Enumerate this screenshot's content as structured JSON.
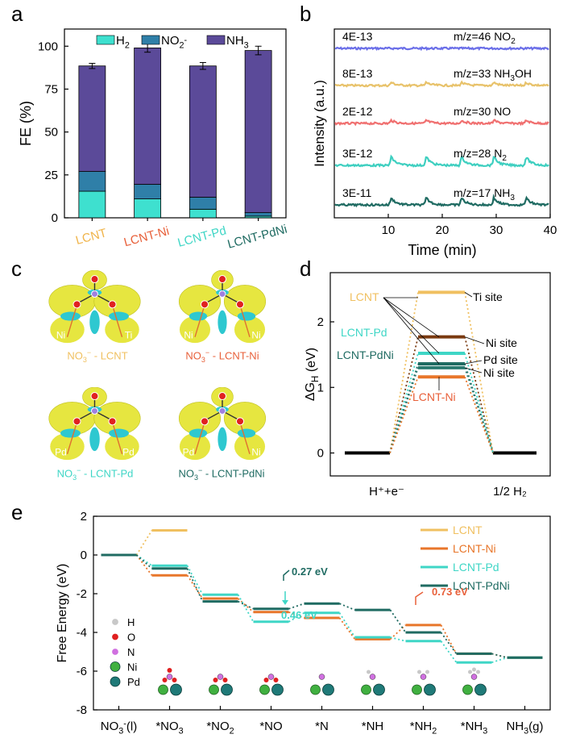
{
  "panels": {
    "a": "a",
    "b": "b",
    "c": "c",
    "d": "d",
    "e": "e"
  },
  "chart_data": [
    {
      "id": "a",
      "type": "bar",
      "stacked": true,
      "categories": [
        "LCNT",
        "LCNT-Ni",
        "LCNT-Pd",
        "LCNT-PdNi"
      ],
      "category_colors": [
        "#f0b44a",
        "#e8603a",
        "#3fd6c6",
        "#1f6b62"
      ],
      "series": [
        {
          "name": "H2",
          "label_main": "H",
          "label_sub": "2",
          "color": "#3ee0cf",
          "values": [
            15.5,
            11.0,
            5.0,
            1.0
          ]
        },
        {
          "name": "NO2-",
          "label_main": "NO",
          "label_sub": "2",
          "label_sup": "-",
          "color": "#2f7fa8",
          "values": [
            11.5,
            8.5,
            7.0,
            2.0
          ]
        },
        {
          "name": "NH3",
          "label_main": "NH",
          "label_sub": "3",
          "color": "#5b4a99",
          "values": [
            61.5,
            79.5,
            76.5,
            94.5
          ]
        }
      ],
      "totals": [
        88.5,
        99.0,
        88.5,
        97.5
      ],
      "errors": [
        1.5,
        2.5,
        2.0,
        2.5
      ],
      "ylabel": "FE (%)",
      "yticks": [
        0,
        25,
        50,
        75,
        100
      ],
      "ylim": [
        0,
        110
      ]
    },
    {
      "id": "b",
      "type": "line",
      "xlabel": "Time (min)",
      "ylabel": "Intensity (a.u.)",
      "xticks": [
        10,
        20,
        30,
        40
      ],
      "xlim": [
        0,
        40
      ],
      "peak_times": [
        10.5,
        17,
        23.5,
        29.5,
        35.5
      ],
      "series": [
        {
          "scale": "4E-13",
          "label": "m/z=46 NO",
          "label_sub": "2",
          "color": "#6a6ee8",
          "peak_height": 0
        },
        {
          "scale": "8E-13",
          "label": "m/z=33 NH",
          "label_sub": "",
          "label_tail": "OH",
          "label_sub_mid": "3",
          "color": "#e8c26a",
          "peak_height": 4
        },
        {
          "scale": "2E-12",
          "label": "m/z=30 NO",
          "label_sub": "",
          "color": "#f07070",
          "peak_height": 4
        },
        {
          "scale": "3E-12",
          "label": "m/z=28 N",
          "label_sub": "2",
          "color": "#3ecfc0",
          "peak_height": 11
        },
        {
          "scale": "3E-11",
          "label": "m/z=17 NH",
          "label_sub": "3",
          "color": "#1f6b62",
          "peak_height": 9
        }
      ]
    },
    {
      "id": "d",
      "type": "line",
      "ylabel": "ΔG",
      "ylabel_sub": "H",
      "ylabel_unit": " (eV)",
      "yticks": [
        0,
        1,
        2
      ],
      "ylim": [
        -0.35,
        2.75
      ],
      "xtick_labels": [
        "H⁺+e⁻",
        "1/2 H₂"
      ],
      "series": [
        {
          "name": "LCNT",
          "site": "Ti site",
          "value": 2.45,
          "color": "#f0c060"
        },
        {
          "name": "LCNT-Ni",
          "site": "Ni site",
          "value": 1.77,
          "color": "#7a3a10"
        },
        {
          "name": "LCNT-Pd",
          "site": "Pd site",
          "value": 1.52,
          "color": "#3fd6c6"
        },
        {
          "name": "LCNT-PdNi",
          "site": "Ni site",
          "value": 1.36,
          "color": "#1f6b62"
        },
        {
          "name": "LCNT-PdNi-b",
          "site": "",
          "value": 1.3,
          "color": "#2a7a70"
        },
        {
          "name": "LCNT-Ni-b",
          "site": "",
          "value": 1.16,
          "color": "#e8762a"
        }
      ],
      "labels": {
        "lcnt": "LCNT",
        "lcntpd": "LCNT-Pd",
        "lcntpdni": "LCNT-PdNi",
        "lcntni": "LCNT-Ni",
        "ti": "Ti site",
        "ni1": "Ni site",
        "pd": "Pd site",
        "ni2": "Ni site"
      }
    },
    {
      "id": "e",
      "type": "line",
      "ylabel": "Free Energy (eV)",
      "yticks": [
        2,
        0,
        -2,
        -4,
        -6,
        -8
      ],
      "ylim": [
        -8,
        2
      ],
      "categories": [
        "NO3-(l)",
        "*NO3",
        "*NO2",
        "*NO",
        "*N",
        "*NH",
        "*NH2",
        "*NH3",
        "NH3(g)"
      ],
      "category_labels": [
        {
          "main": "NO",
          "sub": "3",
          "sup": "-",
          "tail": "(l)"
        },
        {
          "main": "*NO",
          "sub": "3"
        },
        {
          "main": "*NO",
          "sub": "2"
        },
        {
          "main": "*NO"
        },
        {
          "main": "*N"
        },
        {
          "main": "*NH"
        },
        {
          "main": "*NH",
          "sub": "2"
        },
        {
          "main": "*NH",
          "sub": "3"
        },
        {
          "main": "NH",
          "sub": "3",
          "tail": "(g)"
        }
      ],
      "series": [
        {
          "name": "LCNT",
          "color": "#f0c060",
          "values": [
            0,
            1.27,
            null,
            null,
            null,
            null,
            null,
            null,
            null
          ]
        },
        {
          "name": "LCNT-Ni",
          "color": "#e8762a",
          "values": [
            0,
            -1.05,
            -2.25,
            -2.95,
            -3.25,
            -4.35,
            -3.62,
            -5.1,
            -5.3
          ]
        },
        {
          "name": "LCNT-Pd",
          "color": "#3fd6c6",
          "values": [
            0,
            -0.55,
            -2.05,
            -3.45,
            -2.99,
            -4.25,
            -4.45,
            -5.55,
            -5.3
          ]
        },
        {
          "name": "LCNT-PdNi",
          "color": "#1f6b62",
          "values": [
            0,
            -0.7,
            -2.4,
            -2.78,
            -2.51,
            -2.84,
            -4.0,
            -5.1,
            -5.3
          ]
        }
      ],
      "annotations": [
        {
          "text": "0.27 eV",
          "color": "#1f6b62"
        },
        {
          "text": "0.46 eV",
          "color": "#3fd6c6"
        },
        {
          "text": "0.73 eV",
          "color": "#e8603a"
        }
      ],
      "atom_legend": [
        {
          "name": "H",
          "color": "#c8c8c8"
        },
        {
          "name": "O",
          "color": "#e02020"
        },
        {
          "name": "N",
          "color": "#d070e0"
        },
        {
          "name": "Ni",
          "color": "#40b040"
        },
        {
          "name": "Pd",
          "color": "#1f7a78"
        }
      ]
    }
  ],
  "panel_c": {
    "captions": [
      {
        "pre": "NO",
        "sub": "3",
        "sup": "−",
        "post": " - LCNT",
        "color": "#f0c060"
      },
      {
        "pre": "NO",
        "sub": "3",
        "sup": "−",
        "post": " - LCNT-Ni",
        "color": "#e8603a"
      },
      {
        "pre": "NO",
        "sub": "3",
        "sup": "−",
        "post": " - LCNT-Pd",
        "color": "#3fd6c6"
      },
      {
        "pre": "NO",
        "sub": "3",
        "sup": "−",
        "post": " - LCNT-PdNi",
        "color": "#1f6b62"
      }
    ],
    "site_labels": [
      [
        "Ni",
        "Ti"
      ],
      [
        "Ni",
        "Ni"
      ],
      [
        "Pd",
        "Pd"
      ],
      [
        "Pd",
        "Ni"
      ]
    ]
  }
}
